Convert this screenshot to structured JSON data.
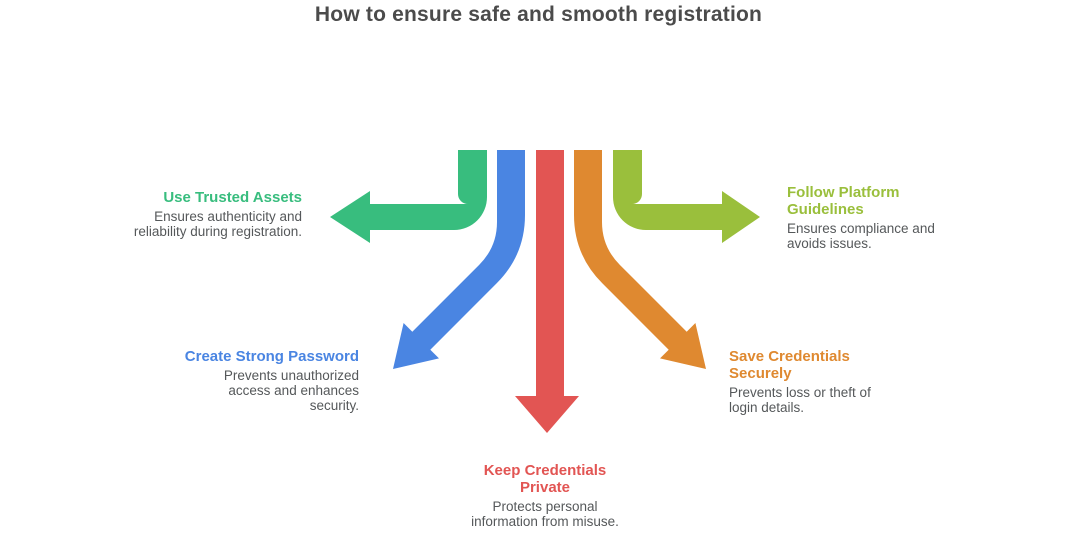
{
  "title": "How to ensure safe and smooth registration",
  "colors": {
    "title_text": "#4b4b4b",
    "body_text": "#55585a",
    "background": "#ffffff"
  },
  "nodes": [
    {
      "id": "use-trusted-assets",
      "heading_lines": [
        "Use Trusted Assets"
      ],
      "desc_lines": [
        "Ensures authenticity and",
        "reliability during registration."
      ],
      "color": "#38bd7e",
      "arrow_direction": "left"
    },
    {
      "id": "create-strong-password",
      "heading_lines": [
        "Create Strong Password"
      ],
      "desc_lines": [
        "Prevents unauthorized",
        "access and enhances",
        "security."
      ],
      "color": "#4a85e2",
      "arrow_direction": "down-left"
    },
    {
      "id": "keep-credentials-private",
      "heading_lines": [
        "Keep Credentials",
        "Private"
      ],
      "desc_lines": [
        "Protects personal",
        "information from misuse."
      ],
      "color": "#e25553",
      "arrow_direction": "down"
    },
    {
      "id": "save-credentials-securely",
      "heading_lines": [
        "Save Credentials",
        "Securely"
      ],
      "desc_lines": [
        "Prevents loss or theft of",
        "login details."
      ],
      "color": "#df8930",
      "arrow_direction": "down-right"
    },
    {
      "id": "follow-platform-guidelines",
      "heading_lines": [
        "Follow Platform",
        "Guidelines"
      ],
      "desc_lines": [
        "Ensures compliance and",
        "avoids issues."
      ],
      "color": "#9abf3c",
      "arrow_direction": "right"
    }
  ]
}
